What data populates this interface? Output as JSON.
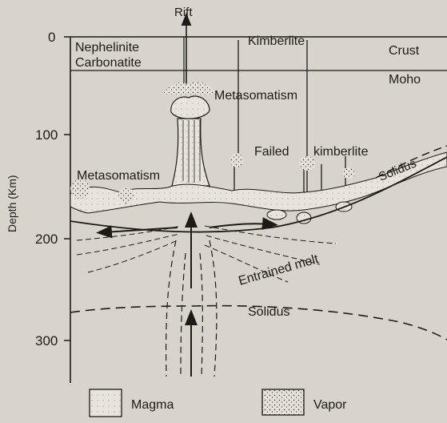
{
  "figure": {
    "labels": {
      "rift": "Rift",
      "nephelinite": "Nephelinite",
      "carbonatite": "Carbonatite",
      "kimberlite_top": "Kimberlite",
      "crust": "Crust",
      "moho": "Moho",
      "metasomatism_upper": "Metasomatism",
      "metasomatism_left": "Metasomatism",
      "failed": "Failed",
      "kimberlite_failed": "kimberlite",
      "solidus_upper": "Solidus",
      "solidus_lower": "Solidus",
      "entrained_melt": "Entrained melt"
    },
    "axis": {
      "label": "Depth (Km)",
      "ticks": [
        "0",
        "100",
        "200",
        "300"
      ]
    },
    "legend": {
      "magma": "Magma",
      "vapor": "Vapor"
    }
  }
}
